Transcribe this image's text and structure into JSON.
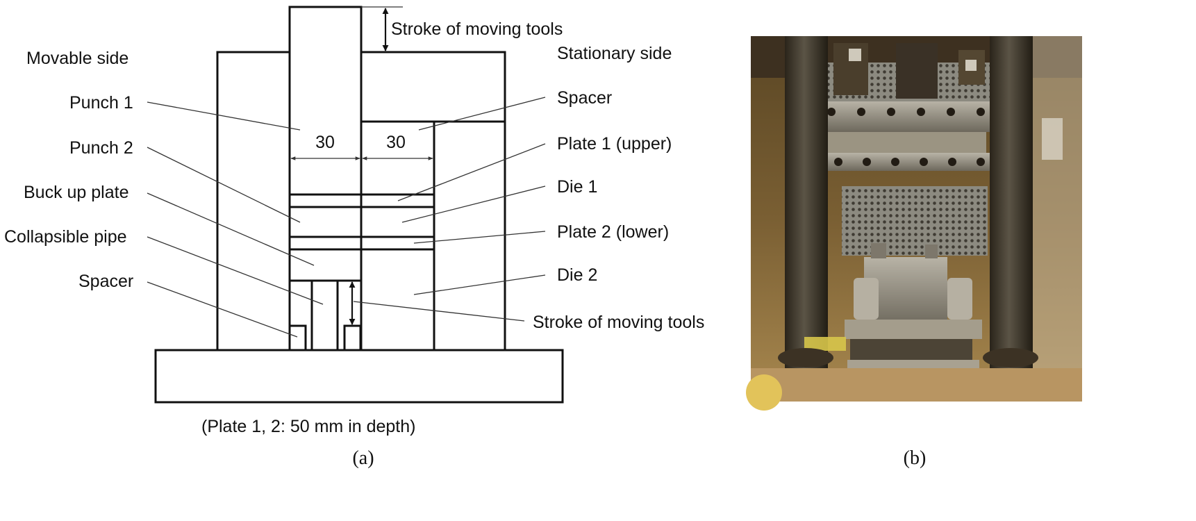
{
  "panel_a": {
    "labels": {
      "movable_side": "Movable side",
      "stationary_side": "Stationary side",
      "punch_1": "Punch 1",
      "punch_2": "Punch 2",
      "buck_up_plate": "Buck up plate",
      "collapsible_pipe": "Collapsible pipe",
      "spacer_left": "Spacer",
      "spacer_right": "Spacer",
      "plate_1": "Plate 1 (upper)",
      "die_1": "Die 1",
      "plate_2": "Plate 2 (lower)",
      "die_2": "Die 2",
      "stroke_top": "Stroke of moving tools",
      "stroke_bottom": "Stroke of moving tools",
      "dim_left": "30",
      "dim_right": "30"
    },
    "note": "(Plate 1, 2: 50 mm in depth)",
    "caption": "(a)"
  },
  "panel_b": {
    "caption": "(b)"
  }
}
